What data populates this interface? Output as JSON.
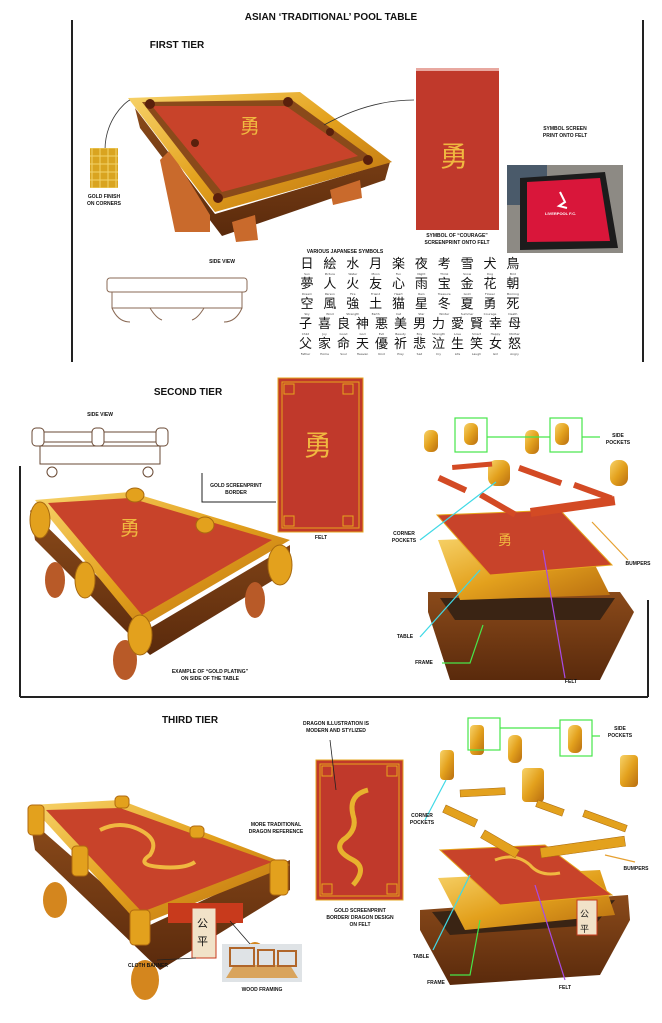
{
  "title": "ASIAN ‘TRADITIONAL’ POOL TABLE",
  "colors": {
    "felt": "#c23a22",
    "gold": "#e6a51c",
    "wood": "#7a3d14",
    "cyan": "#3fd9e6",
    "green": "#47e64a",
    "purple": "#a84be6",
    "orange": "#e6a030"
  },
  "tier1": {
    "heading": "FIRST TIER",
    "felt_symbol": "勇",
    "labels": {
      "gold_finish": [
        "GOLD FINISH",
        "ON CORNERS"
      ],
      "courage": [
        "SYMBOL OF “COURAGE”",
        "SCREENPRINT ONTO FELT"
      ],
      "photo": [
        "SYMBOL SCREEN",
        "PRINT ONTO FELT"
      ],
      "side_view": "SIDE VIEW",
      "symbols_heading": "VARIOUS JAPANESE SYMBOLS"
    },
    "photo_logo": "LIVERPOOL F.C.",
    "symbols": [
      [
        [
          "日",
          "Sun"
        ],
        [
          "絵",
          "Picture"
        ],
        [
          "水",
          "Water"
        ],
        [
          "月",
          "Moon"
        ],
        [
          "楽",
          "Fun"
        ],
        [
          "夜",
          "Night"
        ],
        [
          "考",
          "Think"
        ],
        [
          "雪",
          "Snow"
        ],
        [
          "犬",
          "Dog"
        ],
        [
          "鳥",
          "Bird"
        ]
      ],
      [
        [
          "夢",
          "Dream"
        ],
        [
          "人",
          "Person"
        ],
        [
          "火",
          "Fire"
        ],
        [
          "友",
          "Friend"
        ],
        [
          "心",
          "Heart"
        ],
        [
          "雨",
          "Rain"
        ],
        [
          "宝",
          "Treasure"
        ],
        [
          "金",
          "Gold"
        ],
        [
          "花",
          "Flower"
        ],
        [
          "朝",
          "Morning"
        ]
      ],
      [
        [
          "空",
          "Sky"
        ],
        [
          "風",
          "Wind"
        ],
        [
          "強",
          "Strength"
        ],
        [
          "土",
          "Earth"
        ],
        [
          "猫",
          "Cat"
        ],
        [
          "星",
          "Star"
        ],
        [
          "冬",
          "Winter"
        ],
        [
          "夏",
          "Summer"
        ],
        [
          "勇",
          "Courage"
        ],
        [
          "死",
          "Death"
        ]
      ],
      [
        [
          "子",
          "Child"
        ],
        [
          "喜",
          "Joy"
        ],
        [
          "良",
          "Good"
        ],
        [
          "神",
          "God"
        ],
        [
          "悪",
          "Evil"
        ],
        [
          "美",
          "Beauty"
        ],
        [
          "男",
          "Boy"
        ],
        [
          "力",
          "Strength"
        ],
        [
          "愛",
          "Love"
        ],
        [
          "賢",
          "Smart"
        ],
        [
          "幸",
          "Happy"
        ],
        [
          "母",
          "Mother"
        ]
      ],
      [
        [
          "父",
          "Father"
        ],
        [
          "家",
          "Home"
        ],
        [
          "命",
          "Soul"
        ],
        [
          "天",
          "Heaven"
        ],
        [
          "優",
          "Kind"
        ],
        [
          "祈",
          "Pray"
        ],
        [
          "悲",
          "Sad"
        ],
        [
          "泣",
          "Cry"
        ],
        [
          "生",
          "Life"
        ],
        [
          "笑",
          "Laugh"
        ],
        [
          "女",
          "Girl"
        ],
        [
          "怒",
          "Angry"
        ]
      ]
    ]
  },
  "tier2": {
    "heading": "SECOND TIER",
    "felt_symbol": "勇",
    "labels": {
      "side_view": "SIDE VIEW",
      "gold_border": [
        "GOLD SCREENPRINT",
        "BORDER"
      ],
      "felt_caption": "FELT",
      "gold_plating": [
        "EXAMPLE OF “GOLD PLATING”",
        "ON SIDE OF THE TABLE"
      ],
      "side_pockets": [
        "SIDE",
        "POCKETS"
      ],
      "corner_pockets": [
        "CORNER",
        "POCKETS"
      ],
      "bumpers": "BUMPERS",
      "table": "TABLE",
      "frame": "FRAME",
      "felt": "FELT"
    }
  },
  "tier3": {
    "heading": "THIRD TIER",
    "banner_text": "公平",
    "labels": {
      "dragon_modern": [
        "DRAGON ILLUSTRATION IS",
        "MODERN AND STYLIZED"
      ],
      "dragon_traditional": [
        "MORE TRADITIONAL",
        "DRAGON REFERENCE"
      ],
      "gold_border": [
        "GOLD SCREENPRINT",
        "BORDER/ DRAGON DESIGN",
        "ON FELT"
      ],
      "cloth_banner": "CLOTH BANNER",
      "wood_framing": "WOOD FRAMING",
      "side_pockets": [
        "SIDE",
        "POCKETS"
      ],
      "corner_pockets": [
        "CORNER",
        "POCKETS"
      ],
      "bumpers": "BUMPERS",
      "table": "TABLE",
      "frame": "FRAME",
      "felt": "FELT"
    }
  }
}
